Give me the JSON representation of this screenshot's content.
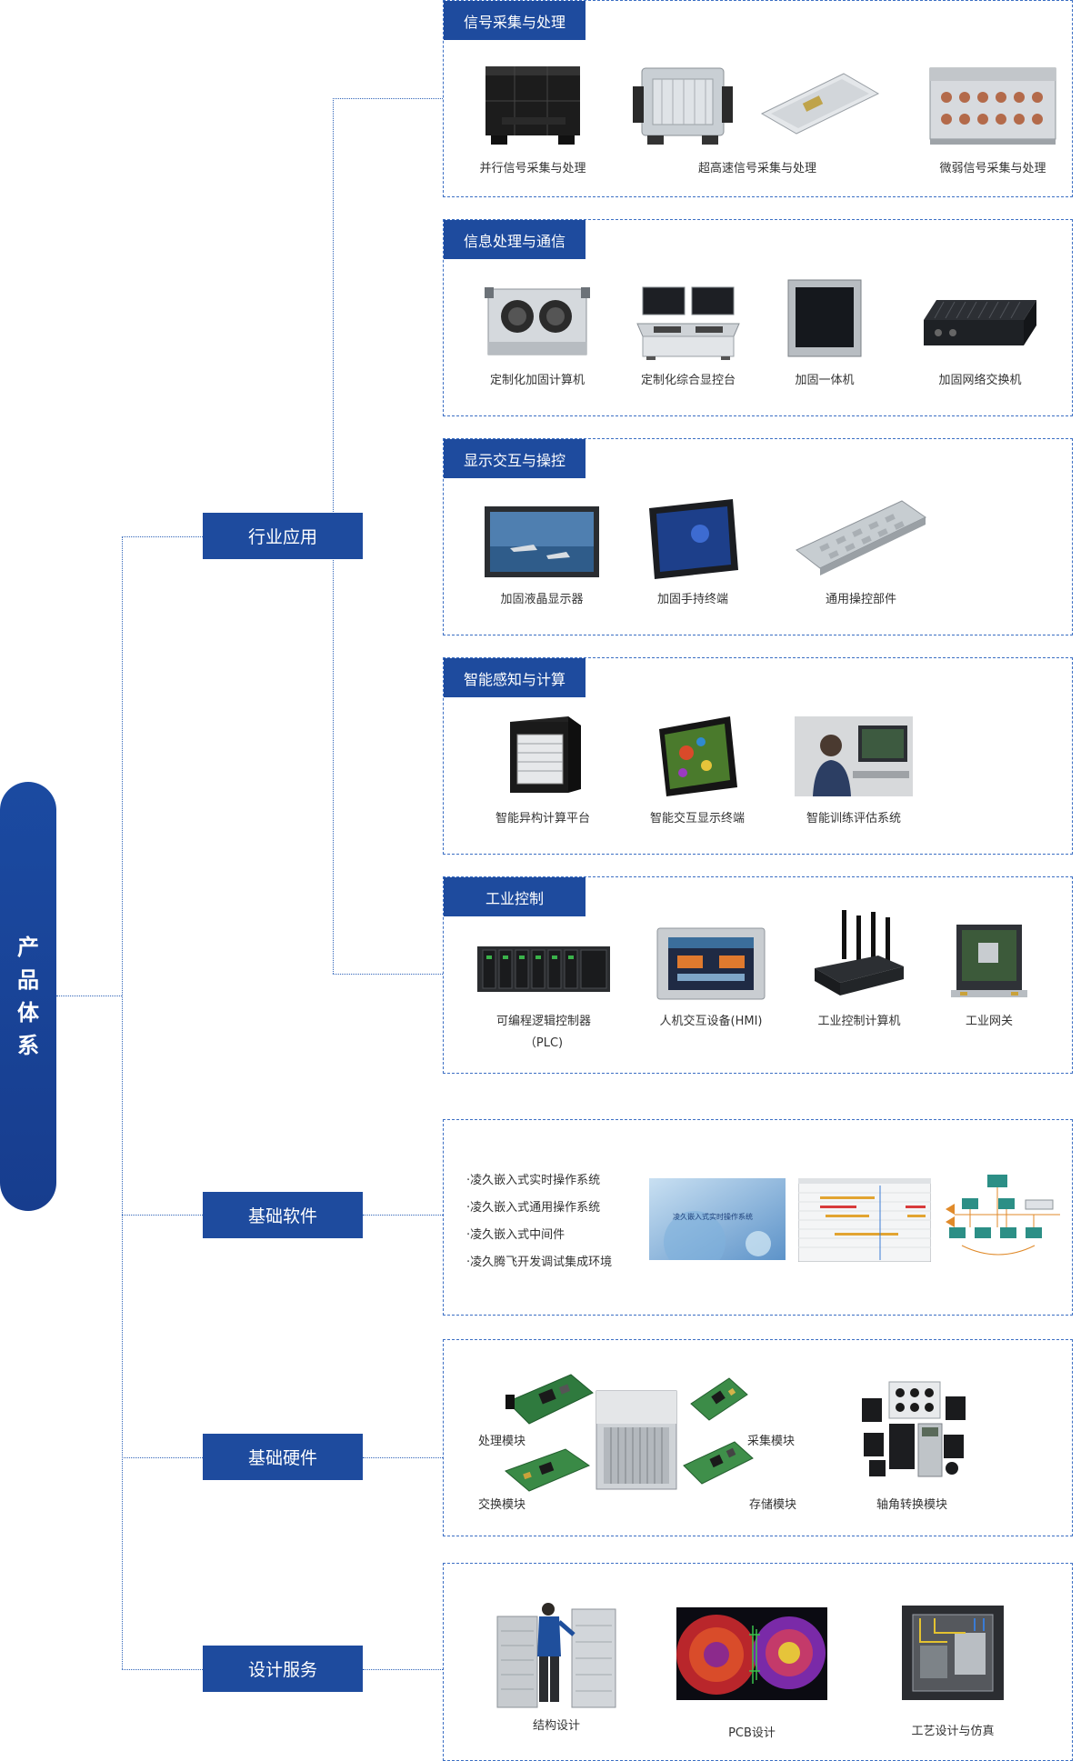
{
  "root_label": "产品体系",
  "categories": {
    "industry": "行业应用",
    "software": "基础软件",
    "hardware": "基础硬件",
    "design": "设计服务"
  },
  "panels": {
    "signal": {
      "title": "信号采集与处理",
      "items": [
        "并行信号采集与处理",
        "超高速信号采集与处理",
        "微弱信号采集与处理"
      ]
    },
    "info": {
      "title": "信息处理与通信",
      "items": [
        "定制化加固计算机",
        "定制化综合显控台",
        "加固一体机",
        "加固网络交换机"
      ]
    },
    "display": {
      "title": "显示交互与操控",
      "items": [
        "加固液晶显示器",
        "加固手持终端",
        "通用操控部件"
      ]
    },
    "smart": {
      "title": "智能感知与计算",
      "items": [
        "智能异构计算平台",
        "智能交互显示终端",
        "智能训练评估系统"
      ]
    },
    "industrial": {
      "title": "工业控制",
      "items": [
        "可编程逻辑控制器",
        "人机交互设备(HMI)",
        "工业控制计算机",
        "工业网关"
      ],
      "plc_sub": "（PLC)"
    },
    "software": {
      "bullets": [
        "·凌久嵌入式实时操作系统",
        "·凌久嵌入式通用操作系统",
        "·凌久嵌入式中间件",
        "·凌久腾飞开发调试集成环境"
      ],
      "screen_text": "凌久嵌入式实时操作系统"
    },
    "hardware": {
      "labels": [
        "处理模块",
        "交换模块",
        "采集模块",
        "存储模块",
        "轴角转换模块"
      ]
    },
    "design": {
      "items": [
        "结构设计",
        "PCB设计",
        "工艺设计与仿真"
      ]
    }
  },
  "colors": {
    "primary": "#1e4b9e",
    "dotted_line": "#2f63b8",
    "panel_border": "#3c6fc4"
  }
}
